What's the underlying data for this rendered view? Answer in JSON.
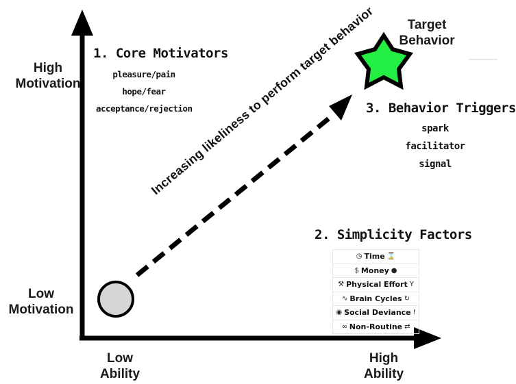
{
  "axes": {
    "y_high": "High\nMotivation",
    "y_low": "Low\nMotivation",
    "x_low": "Low\nAbility",
    "x_high": "High\nAbility"
  },
  "target": {
    "label": "Target\nBehavior",
    "star_color": "#22ee44"
  },
  "diagonal_label": "Increasing likeliness to perform target behavior",
  "start_circle_color": "#d6d6d6",
  "core_motivators": {
    "heading": "1. Core Motivators",
    "items": [
      "pleasure/pain",
      "hope/fear",
      "acceptance/rejection"
    ]
  },
  "behavior_triggers": {
    "heading": "3. Behavior Triggers",
    "items": [
      "spark",
      "facilitator",
      "signal"
    ]
  },
  "simplicity_factors": {
    "heading": "2. Simplicity Factors",
    "items": [
      {
        "label": "Time",
        "icon_before": "clock-icon",
        "icon_after": "hourglass-icon"
      },
      {
        "label": "Money",
        "icon_before": "dollar-icon",
        "icon_after": "money-bag-icon"
      },
      {
        "label": "Physical Effort",
        "icon_before": "hammer-wrench-icon",
        "icon_after": "slingshot-icon"
      },
      {
        "label": "Brain Cycles",
        "icon_before": "squiggle-icon",
        "icon_after": "cycle-icon"
      },
      {
        "label": "Social Deviance",
        "icon_before": "eye-icon",
        "icon_after": "exclamation-icon"
      },
      {
        "label": "Non-Routine",
        "icon_before": "link-icon",
        "icon_after": "shuffle-icon"
      }
    ]
  }
}
